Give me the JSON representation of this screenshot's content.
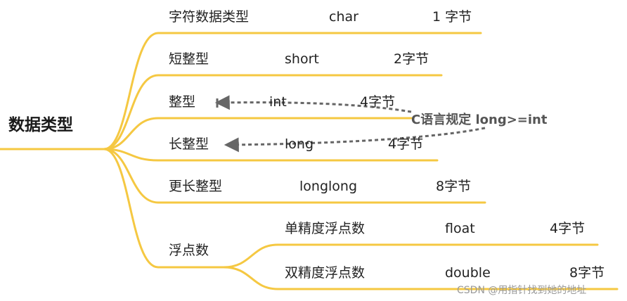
{
  "root": {
    "label": "数据类型"
  },
  "branches": [
    {
      "name": "字符数据类型",
      "type": "char",
      "size": "1 字节"
    },
    {
      "name": "短整型",
      "type": "short",
      "size": "2字节"
    },
    {
      "name": "整型",
      "type": "int",
      "size": "4字节"
    },
    {
      "name": "长整型",
      "type": "long",
      "size": "4字节"
    },
    {
      "name": "更长整型",
      "type": "longlong",
      "size": "8字节"
    }
  ],
  "float_group": {
    "name": "浮点数",
    "children": [
      {
        "name": "单精度浮点数",
        "type": "float",
        "size": "4字节"
      },
      {
        "name": "双精度浮点数",
        "type": "double",
        "size": "8字节"
      }
    ]
  },
  "annotation": {
    "text": "C语言规定 long>=int"
  },
  "watermark": "CSDN @用指针找到她的地址",
  "colors": {
    "branch": "#f5c842",
    "arrow": "#666666",
    "text": "#222222"
  }
}
